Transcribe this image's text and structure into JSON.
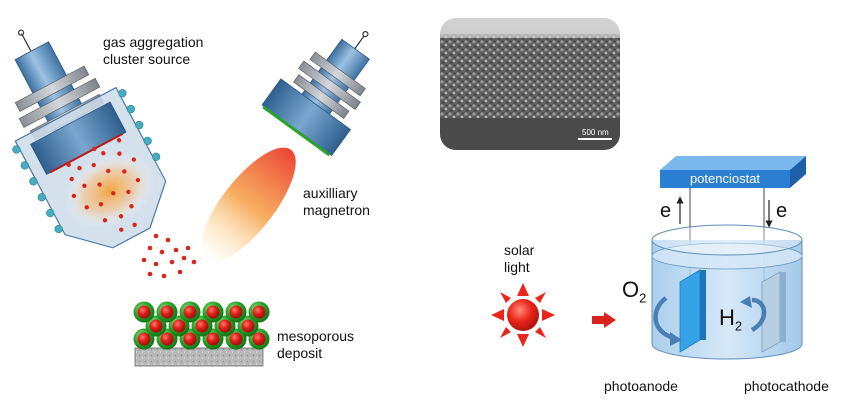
{
  "labels": {
    "cluster_source": "gas aggregation\ncluster source",
    "magnetron": "auxilliary\nmagnetron",
    "deposit": "mesoporous\ndeposit",
    "solar": "solar\nlight",
    "potenciostat": "potenciostat",
    "electron_left": "e",
    "electron_right": "e",
    "oxygen": "O",
    "oxygen_sub": "2",
    "hydrogen": "H",
    "hydrogen_sub": "2",
    "scale_bar": "500 nm",
    "photoanode": "photoanode",
    "photocathode": "photocathode"
  },
  "colors": {
    "steel_blue": "#5f8fbd",
    "nanoparticle_red": "#d9261c",
    "sphere_green": "#2aa52a",
    "sun_red": "#e8261c",
    "electrolyte": "#bcd8f0",
    "potenciostat_blue": "#2b7fd0"
  }
}
